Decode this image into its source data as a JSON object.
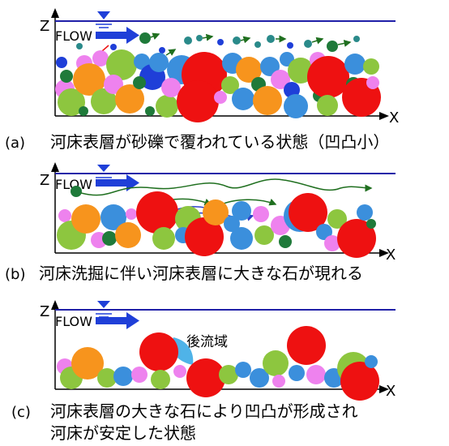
{
  "axis": {
    "z": "Z",
    "x": "X"
  },
  "flow_label": "FLOW",
  "panels": [
    {
      "id": "a",
      "caption_tag": "(a)",
      "caption": "河床表層が砂礫で覆われている状態（凹凸小）"
    },
    {
      "id": "b",
      "caption_tag": "(b)",
      "caption": "河床洗掘に伴い河床表層に大きな石が現れる"
    },
    {
      "id": "c",
      "caption_tag": "(c)",
      "caption_lines": [
        "河床表層の大きな石により凹凸が形成され",
        "河床が安定した状態"
      ],
      "wake_label": "後流域"
    }
  ],
  "colors": {
    "water_line": "#1f1fa8",
    "flow_arrow": "#1f3fd8",
    "stone_red": "#ee1111",
    "stone_orange": "#f7941d",
    "stone_green": "#8dc63f",
    "stone_blue": "#3b8fdc",
    "stone_pink": "#ee82ee",
    "stone_darkgreen": "#1f7a3a",
    "stone_teal": "#2a8a8a",
    "trajectory_green": "#1f6f1f",
    "trajectory_blue": "#2a3fc8",
    "wake_region": "#4fb3e8"
  }
}
